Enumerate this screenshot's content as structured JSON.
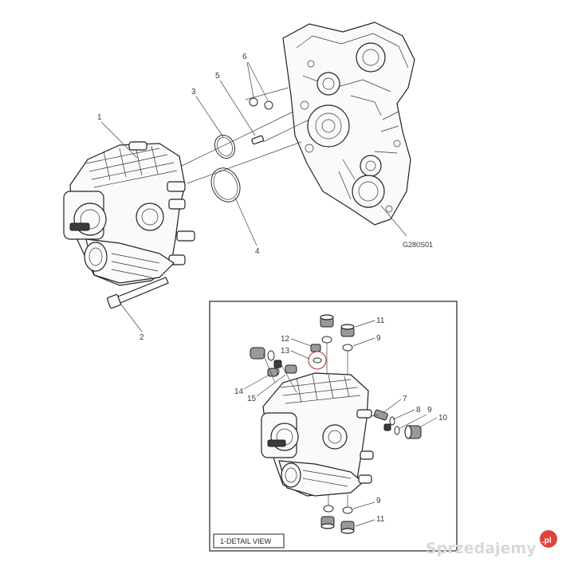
{
  "callouts": {
    "c1": "1",
    "c2": "2",
    "c3": "3",
    "c4": "4",
    "c5": "5",
    "c6": "6",
    "d7": "7",
    "d8": "8",
    "d9a": "9",
    "d9b": "9",
    "d9c": "9",
    "d10": "10",
    "d11a": "11",
    "d11b": "11",
    "d12": "12",
    "d13": "13",
    "d14": "14",
    "d15": "15"
  },
  "figure_ref": "G280S01",
  "detail_label": "1-DETAIL VIEW",
  "watermark": {
    "text": "Sprzedajemy",
    "suffix": ".pl"
  },
  "colors": {
    "line": "#2a2a2a",
    "highlight_circle": "#b03030",
    "watermark_badge": "#e0453a"
  }
}
